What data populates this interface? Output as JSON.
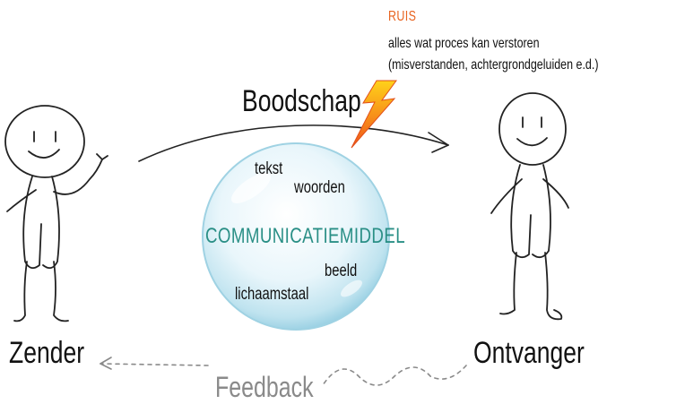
{
  "noise": {
    "title": "RUIS",
    "line1": "alles wat proces kan verstoren",
    "line2": "(misverstanden, achtergrondgeluiden e.d.)"
  },
  "message_label": "Boodschap",
  "sender_label": "Zender",
  "receiver_label": "Ontvanger",
  "feedback_label": "Feedback",
  "medium": {
    "title": "COMMUNICATIEMIDDEL",
    "items": [
      "tekst",
      "woorden",
      "beeld",
      "lichaamstaal"
    ]
  },
  "colors": {
    "noise": "#e8631f",
    "medium_title": "#2a8f86",
    "feedback": "#8a8a8a",
    "lightning": "#f26a1b"
  },
  "icons": [
    "stick-figure-sender",
    "stick-figure-receiver",
    "lightning-icon",
    "bubble"
  ]
}
